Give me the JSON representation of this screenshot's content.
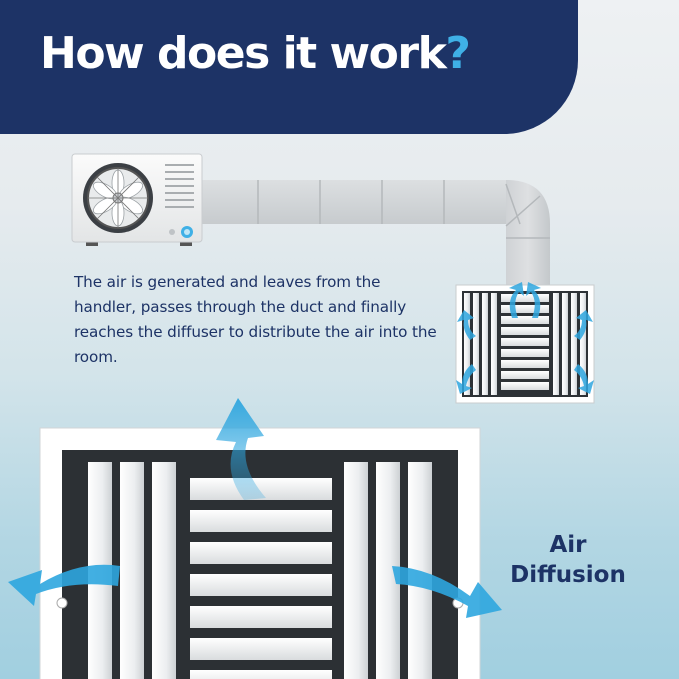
{
  "header": {
    "title": "How does it work",
    "title_mark": "?"
  },
  "description": "The air is generated and leaves from the handler, passes through the duct and finally reaches the diffuser to distribute the air into the room.",
  "air_diffusion_label": {
    "line1": "Air",
    "line2": "Diffusion"
  },
  "colors": {
    "navy": "#1d3366",
    "accent_blue": "#3fb0e6",
    "arrow_blue": "#2ea6df"
  },
  "icons": [
    "air-handler-icon",
    "fan-icon",
    "duct-icon",
    "small-diffuser-icon",
    "large-diffuser-icon",
    "airflow-arrow-icon"
  ]
}
